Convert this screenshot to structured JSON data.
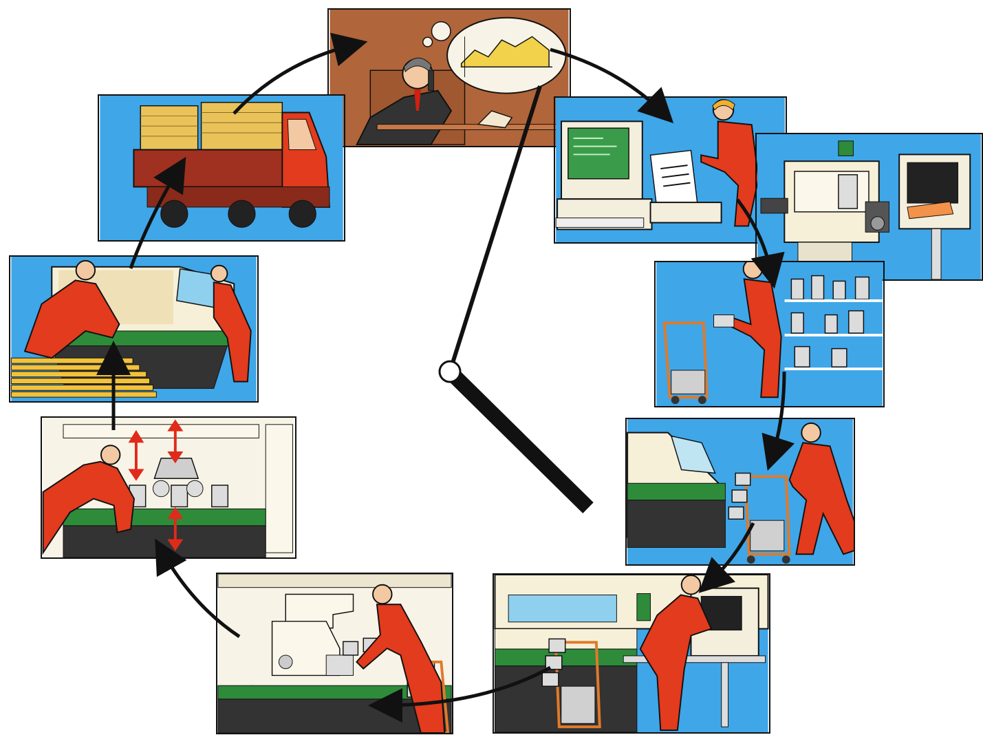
{
  "diagram": {
    "type": "cyclic-process-illustration",
    "colors": {
      "panel_blue": "#3fa6e8",
      "panel_brown": "#b0653a",
      "panel_cream": "#f7f3e6",
      "overall_red": "#e23b1d",
      "machine_green": "#2e8b3a",
      "arrow_black": "#111111",
      "accent_red_arrow": "#e02a1a"
    },
    "stages": [
      {
        "id": "order",
        "scene": "manager-on-phone-with-thought-bubble-chart"
      },
      {
        "id": "program",
        "scene": "worker-at-computer-printing-program"
      },
      {
        "id": "cnc",
        "scene": "cnc-machine-with-control-terminal"
      },
      {
        "id": "tooling",
        "scene": "worker-loading-cart-from-tool-shelves"
      },
      {
        "id": "setup",
        "scene": "worker-pushing-tool-cart-to-machine"
      },
      {
        "id": "operate",
        "scene": "worker-at-machine-control-panel"
      },
      {
        "id": "load",
        "scene": "worker-loading-tools-into-machine"
      },
      {
        "id": "inspect",
        "scene": "worker-adjusting-machine-heads"
      },
      {
        "id": "finish",
        "scene": "two-workers-feeding-lumber-into-machine"
      },
      {
        "id": "dispatch",
        "scene": "truck-loaded-with-lumber"
      }
    ],
    "centerpiece": "clock-hands"
  }
}
